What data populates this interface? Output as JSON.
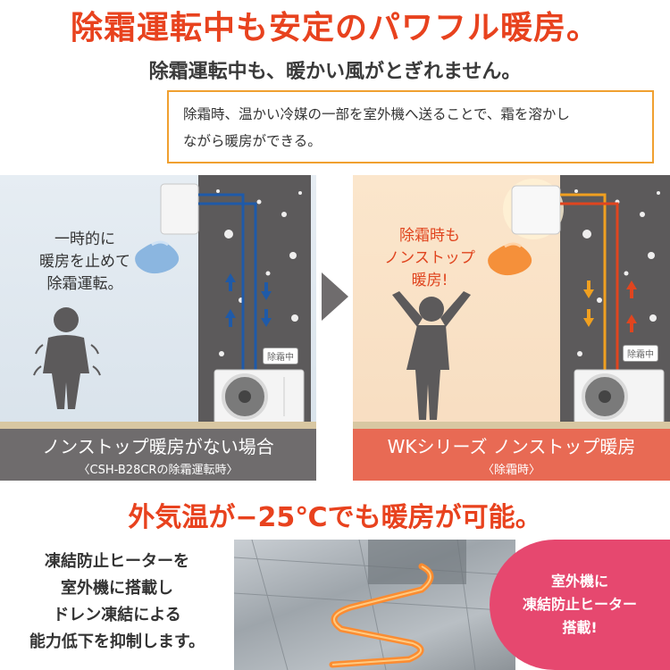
{
  "header": {
    "title": "除霜運転中も安定のパワフル暖房。",
    "subtitle": "除霜運転中も、暖かい風がとぎれません。"
  },
  "note": {
    "line1": "除霜時、温かい冷媒の一部を室外機へ送ることで、霜を溶かし",
    "line2": "ながら暖房ができる。"
  },
  "left_panel": {
    "text_line1": "一時的に",
    "text_line2": "暖房を止めて",
    "text_line3": "除霜運転。",
    "badge": "除霜中",
    "caption_main": "ノンストップ暖房がない場合",
    "caption_sub": "〈CSH-B28CRの除霜運転時〉",
    "pipe_color": "#1f5aa8"
  },
  "right_panel": {
    "text_line1": "除霜時も",
    "text_line2": "ノンストップ",
    "text_line3": "暖房!",
    "badge": "除霜中",
    "caption_main": "WKシリーズ ノンストップ暖房",
    "caption_sub": "〈除霜時〉",
    "pipe_colors": [
      "#f0a020",
      "#e0451f"
    ]
  },
  "section2": {
    "title": "外気温が−25℃でも暖房が可能。",
    "desc_line1": "凍結防止ヒーターを",
    "desc_line2": "室外機に搭載し",
    "desc_line3": "ドレン凍結による",
    "desc_line4": "能力低下を抑制します。",
    "badge_line1": "室外機に",
    "badge_line2": "凍結防止ヒーター",
    "badge_line3": "搭載!"
  },
  "colors": {
    "accent": "#e8421e",
    "note_border": "#f0a030",
    "badge_pink": "#e6486f",
    "caption_gray": "#6f6c6d",
    "caption_orange": "#e86a54"
  }
}
